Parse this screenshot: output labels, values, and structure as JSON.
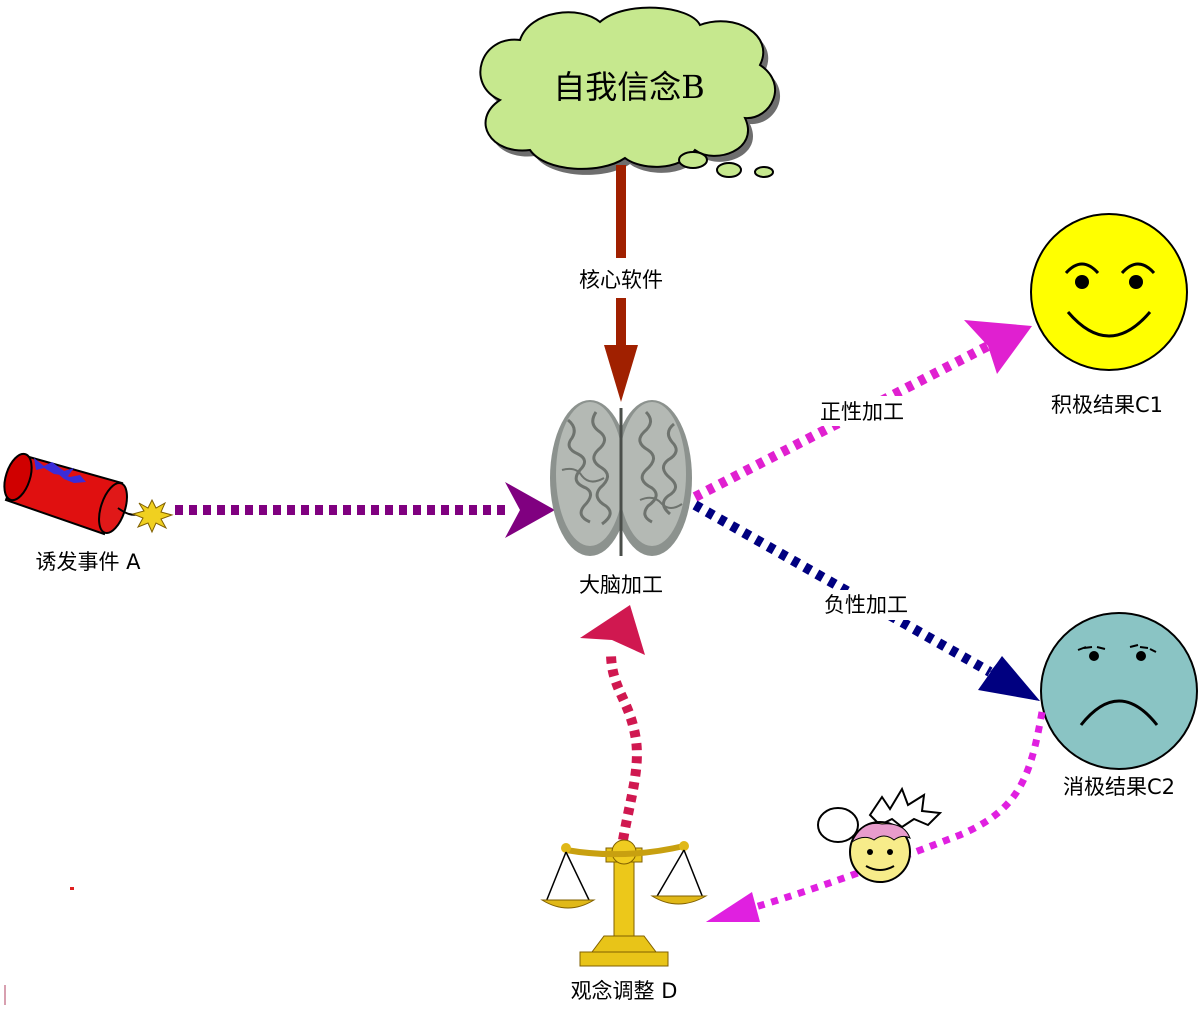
{
  "nodes": {
    "belief": {
      "label": "自我信念B",
      "color": "#c6e88e"
    },
    "core_software": {
      "label": "核心软件"
    },
    "trigger": {
      "label": "诱发事件 A"
    },
    "brain": {
      "label": "大脑加工"
    },
    "positive_processing": {
      "label": "正性加工"
    },
    "negative_processing": {
      "label": "负性加工"
    },
    "positive_result": {
      "label": "积极结果C1",
      "color": "#ffff00"
    },
    "negative_result": {
      "label": "消极结果C2",
      "color": "#8ac4c4"
    },
    "adjustment": {
      "label": "观念调整 D"
    }
  },
  "arrows": {
    "core_color": "#a02000",
    "trigger_color": "#800080",
    "positive_color": "#e020d0",
    "negative_color": "#000080",
    "feedback_color": "#e020e0",
    "adjust_color": "#d01850"
  }
}
